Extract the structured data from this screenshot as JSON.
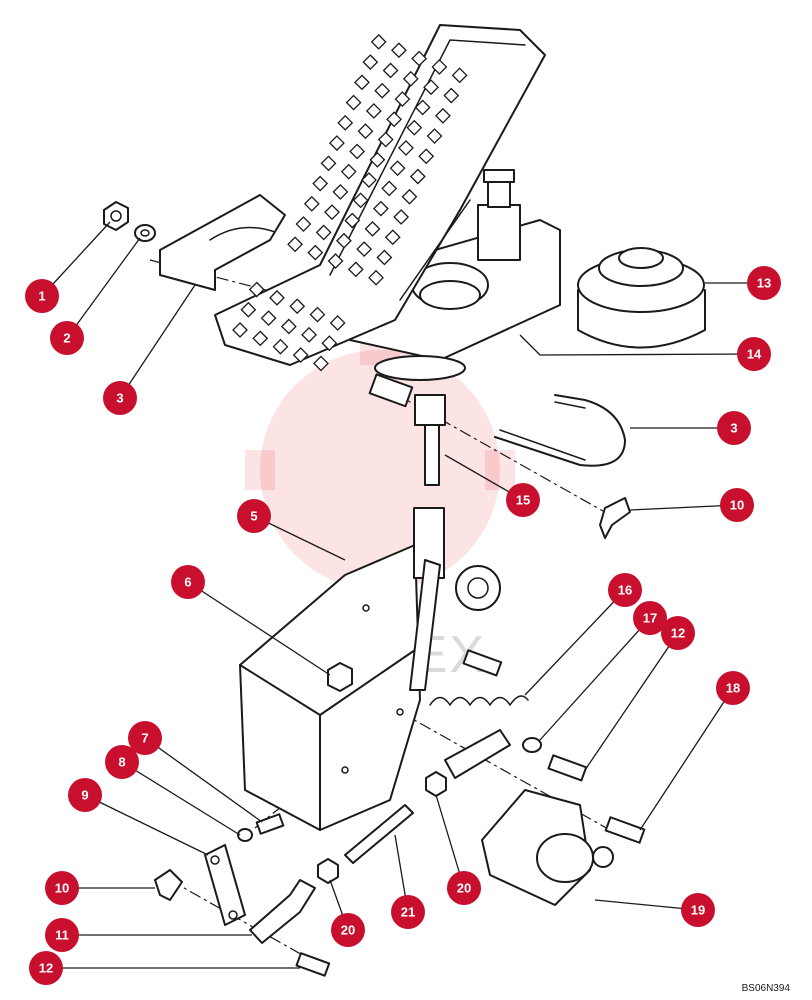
{
  "drawing_code": "BS06N394",
  "watermark_text": "ИНТЕХ",
  "colors": {
    "callout": "#c8102e",
    "callout_text": "#ffffff",
    "line": "#1a1a1a",
    "watermark": "#e4242b"
  },
  "callouts": [
    {
      "id": "c1",
      "label": "1"
    },
    {
      "id": "c2",
      "label": "2"
    },
    {
      "id": "c3a",
      "label": "3"
    },
    {
      "id": "c3b",
      "label": "3"
    },
    {
      "id": "c5",
      "label": "5"
    },
    {
      "id": "c6",
      "label": "6"
    },
    {
      "id": "c7",
      "label": "7"
    },
    {
      "id": "c8",
      "label": "8"
    },
    {
      "id": "c9",
      "label": "9"
    },
    {
      "id": "c10a",
      "label": "10"
    },
    {
      "id": "c10b",
      "label": "10"
    },
    {
      "id": "c11",
      "label": "11"
    },
    {
      "id": "c12a",
      "label": "12"
    },
    {
      "id": "c12b",
      "label": "12"
    },
    {
      "id": "c13",
      "label": "13"
    },
    {
      "id": "c14",
      "label": "14"
    },
    {
      "id": "c15",
      "label": "15"
    },
    {
      "id": "c16",
      "label": "16"
    },
    {
      "id": "c17",
      "label": "17"
    },
    {
      "id": "c18",
      "label": "18"
    },
    {
      "id": "c19",
      "label": "19"
    },
    {
      "id": "c20a",
      "label": "20"
    },
    {
      "id": "c20b",
      "label": "20"
    },
    {
      "id": "c21",
      "label": "21"
    }
  ]
}
